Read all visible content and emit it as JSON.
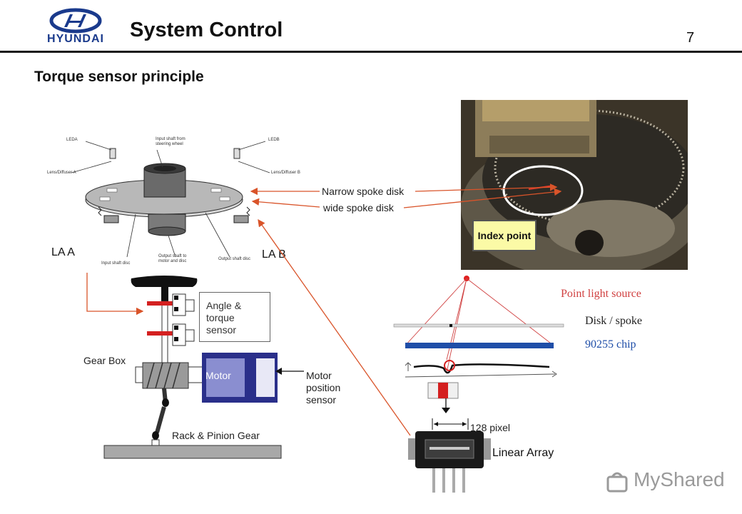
{
  "header": {
    "brand": "HYUNDAI",
    "title": "System Control",
    "page_number": "7"
  },
  "subtitle": "Torque sensor principle",
  "sensor_diagram": {
    "led_a": "LEDA",
    "led_b": "LEDB",
    "input_shaft_top": [
      "Input shaft from",
      "steering wheel"
    ],
    "lens_a": "Lens/Diffuser A",
    "lens_b": "Lens/Diffuser B",
    "input_shaft_disc": "Input shaft disc",
    "output_shaft_motor": [
      "Output shaft to",
      "motor and disc"
    ],
    "output_shaft_disc": "Output shaft disc",
    "la_a": "LA A",
    "la_b": "LA B"
  },
  "disk_labels": {
    "narrow": "Narrow spoke disk",
    "wide": "wide spoke disk"
  },
  "photo": {
    "index_point": "Index point"
  },
  "steering_system": {
    "angle_sensor": [
      "Angle &",
      "torque",
      "sensor"
    ],
    "gear_box": "Gear Box",
    "motor": "Motor",
    "motor_position": [
      "Motor",
      "position",
      "sensor"
    ],
    "rack_pinion": "Rack & Pinion Gear"
  },
  "optics_diagram": {
    "point_light": "Point light source",
    "disk_spoke": "Disk / spoke",
    "chip": "90255 chip"
  },
  "linear_array": {
    "pixel_label": "128 pixel",
    "label": "Linear Array"
  },
  "watermark": "MyShared",
  "colors": {
    "red_arrow": "#d9542a",
    "brand_blue": "#1a3a8c",
    "chip_blue": "#1f4ea8",
    "motor_blue": "#2a2f8a",
    "red_text": "#d04040"
  }
}
